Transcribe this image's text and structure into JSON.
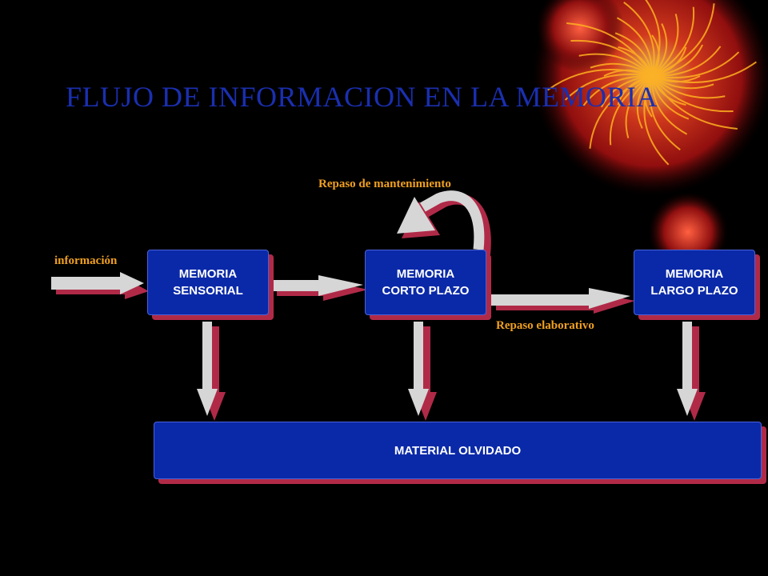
{
  "colors": {
    "background": "#000000",
    "title": "#1a2fb0",
    "label": "#f0a020",
    "box_fill": "#0a29a8",
    "box_shadow": "#b02a48",
    "arrow_light": "#d6d6d6",
    "arrow_shadow": "#b02a48"
  },
  "title": "FLUJO DE INFORMACION EN LA MEMORIA",
  "labels": {
    "input": "información",
    "maintenance": "Repaso de mantenimiento",
    "elaborative": "Repaso elaborativo"
  },
  "boxes": {
    "sensory": {
      "line1": "MEMORIA",
      "line2": "SENSORIAL"
    },
    "short_term": {
      "line1": "MEMORIA",
      "line2": "CORTO PLAZO"
    },
    "long_term": {
      "line1": "MEMORIA",
      "line2": "LARGO PLAZO"
    },
    "forgotten": "MATERIAL OLVIDADO"
  }
}
